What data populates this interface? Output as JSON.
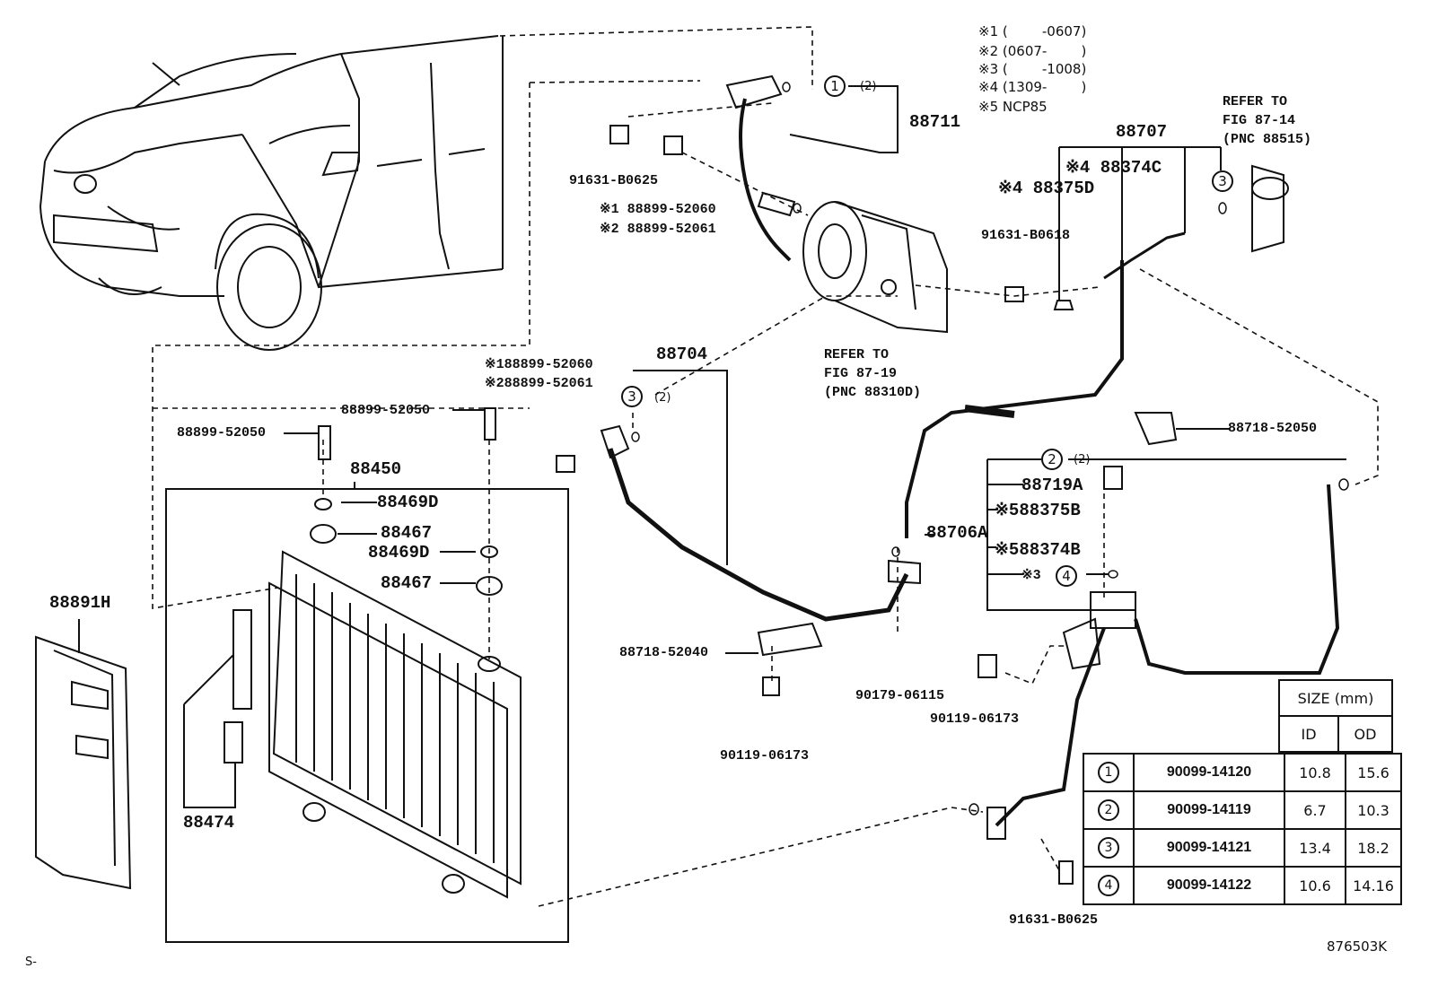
{
  "notes": [
    "※1 (        -0607)",
    "※2 (0607-        )",
    "※3 (        -1008)",
    "※4 (1309-        )",
    "※5 NCP85"
  ],
  "refs": {
    "fig_87_14": {
      "l1": "REFER TO",
      "l2": "FIG 87-14",
      "l3": "(PNC 88515)"
    },
    "fig_87_19": {
      "l1": "REFER TO",
      "l2": "FIG 87-19",
      "l3": "(PNC 88310D)"
    }
  },
  "labels": {
    "p88711": "88711",
    "p88707": "88707",
    "p88374C": "※4 88374C",
    "p88375D": "※4 88375D",
    "p91631_b0625_top": "91631-B0625",
    "p91631_b0618": "91631-B0618",
    "p88899_52060_a": "※1 88899-52060",
    "p88899_52061_a": "※2 88899-52061",
    "p88704": "88704",
    "p88899_52060_b": "※188899-52060",
    "p88899_52061_b": "※288899-52061",
    "p88899_52050_l": "88899-52050",
    "p88899_52050_r": "88899-52050",
    "p88450": "88450",
    "p88469D_a": "88469D",
    "p88467_a": "88467",
    "p88469D_b": "88469D",
    "p88467_b": "88467",
    "p88891H": "88891H",
    "p88474": "88474",
    "p88718_52050": "88718-52050",
    "p88719A": "88719A",
    "p88375B": "※588375B",
    "p88374B": "※588374B",
    "p_x3": "※3",
    "p88706A": "88706A",
    "p88718_52040": "88718-52040",
    "p90119_06173_a": "90119-06173",
    "p90179_06115": "90179-06115",
    "p90119_06173_b": "90119-06173",
    "p91631_b0625_bot": "91631-B0625"
  },
  "callouts": {
    "c1": "1",
    "c1_qty": "(2)",
    "c3_top": "3",
    "c3": "3",
    "c3_qty": "(2)",
    "c2": "2",
    "c2_qty": "(2)",
    "c4": "4"
  },
  "size_table": {
    "title": "SIZE (mm)",
    "col_id": "ID",
    "col_od": "OD",
    "rows": [
      {
        "num": "1",
        "part": "90099-14120",
        "id": "10.8",
        "od": "15.6"
      },
      {
        "num": "2",
        "part": "90099-14119",
        "id": "6.7",
        "od": "10.3"
      },
      {
        "num": "3",
        "part": "90099-14121",
        "id": "13.4",
        "od": "18.2"
      },
      {
        "num": "4",
        "part": "90099-14122",
        "id": "10.6",
        "od": "14.16"
      }
    ]
  },
  "footer": {
    "code": "876503K",
    "s_mark": "S-"
  }
}
